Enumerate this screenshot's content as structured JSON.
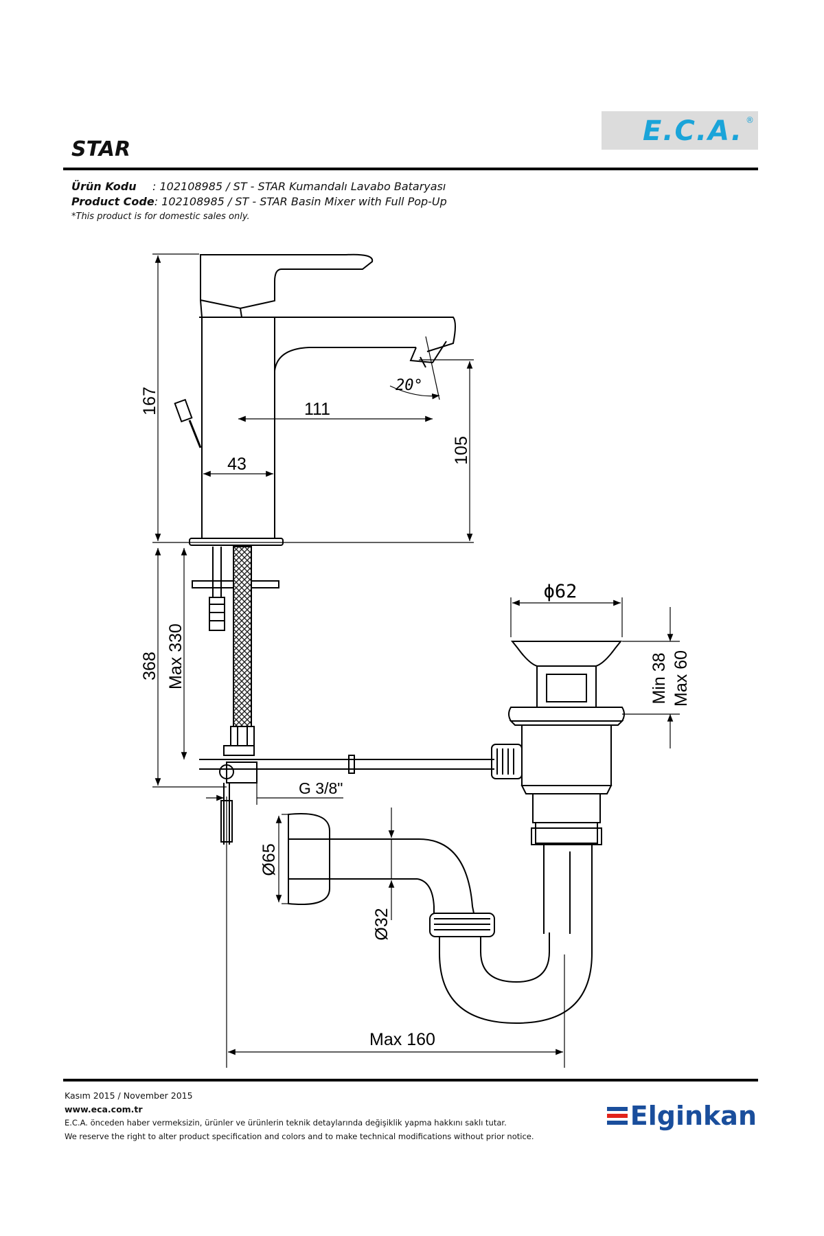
{
  "header": {
    "brand_logo_text": "E.C.A.",
    "title": "STAR"
  },
  "product": {
    "code_label_tr": "Ürün Kodu",
    "code_value_tr": ": 102108985 / ST - STAR Kumandalı Lavabo Bataryası",
    "code_label_en": "Product Code",
    "code_value_en": ": 102108985 / ST - STAR Basin Mixer with Full Pop-Up",
    "note": "*This product is for domestic sales only."
  },
  "dimensions": {
    "height_total": "167",
    "spout_reach": "111",
    "angle": "20°",
    "spout_height": "105",
    "body_width": "43",
    "supply_length": "368",
    "hose_max": "Max 330",
    "diameter_popup": "ϕ62",
    "min_thickness": "Min 38",
    "max_thickness": "Max 60",
    "thread": "G 3/8\"",
    "diameter_flange": "Ø65",
    "diameter_pipe": "Ø32",
    "trap_max": "Max 160"
  },
  "footer": {
    "date": "Kasım 2015 / November 2015",
    "website": "www.eca.com.tr",
    "disclaimer_tr": "E.C.A. önceden haber vermeksizin, ürünler ve ürünlerin teknik detaylarında değişiklik yapma hakkını saklı tutar.",
    "disclaimer_en": "We reserve the right to alter product specification and colors and to make technical modifications without prior notice.",
    "partner_logo_text": "Elginkan"
  },
  "colors": {
    "eca_blue": "#1aa4d9",
    "elginkan_blue": "#1a4e9c",
    "elginkan_red": "#e2231a"
  }
}
